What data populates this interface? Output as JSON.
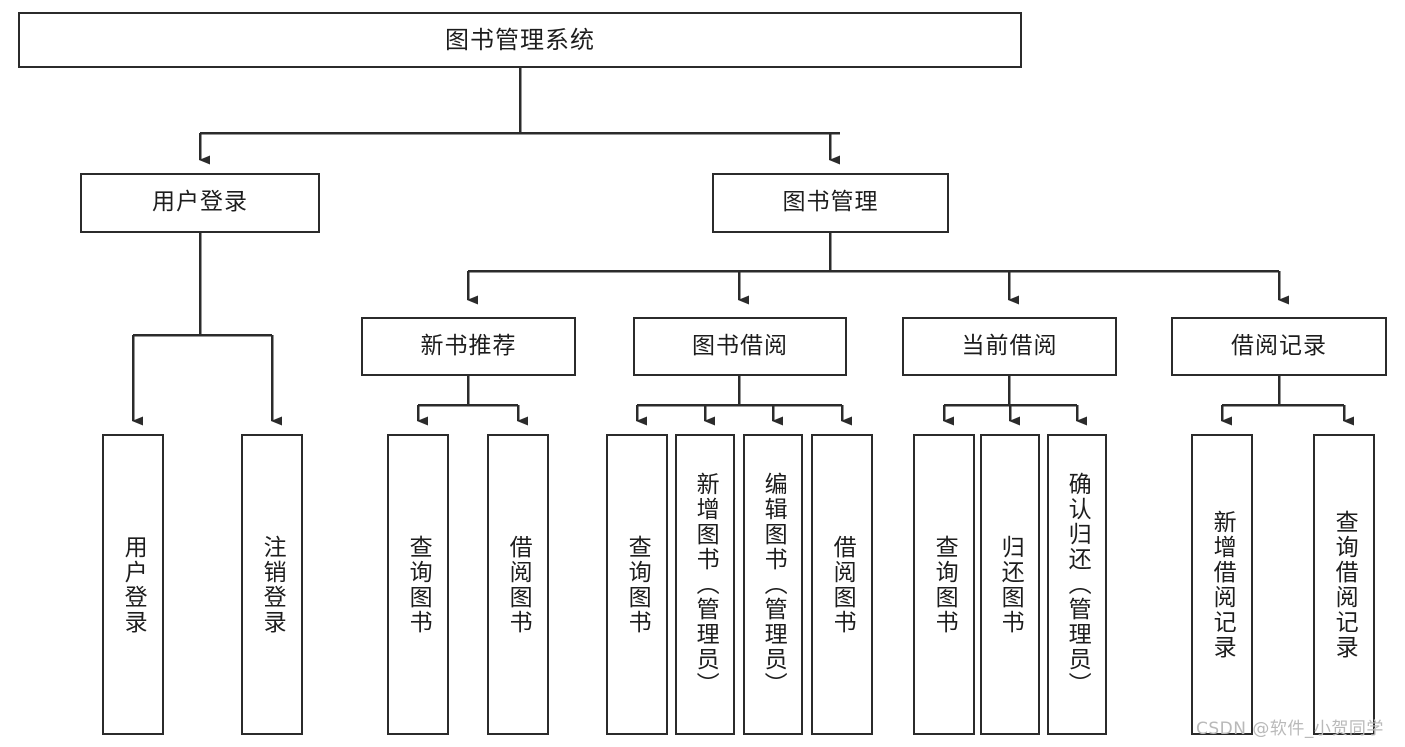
{
  "diagram": {
    "title": "图书管理系统",
    "watermark": "CSDN @软件_小贺同学",
    "colors": {
      "stroke": "#2b2b2b",
      "fill": "#ffffff",
      "text": "#1d1d1d",
      "watermark": "#b9b9b9"
    },
    "nodes": {
      "root": "图书管理系统",
      "level2": {
        "user_login": "用户登录",
        "book_manage": "图书管理"
      },
      "level3": {
        "new_book_recommend": "新书推荐",
        "book_borrow": "图书借阅",
        "current_borrow": "当前借阅",
        "borrow_record": "借阅记录"
      },
      "leaves": {
        "user_login_1": "用户登录",
        "user_login_2": "注销登录",
        "recommend_1": "查询图书",
        "recommend_2": "借阅图书",
        "borrow_1": "查询图书",
        "borrow_2": "新增图书（管理员）",
        "borrow_3": "编辑图书（管理员）",
        "borrow_4": "借阅图书",
        "current_1": "查询图书",
        "current_2": "归还图书",
        "current_3": "确认归还（管理员）",
        "record_1": "新增借阅记录",
        "record_2": "查询借阅记录"
      }
    }
  }
}
